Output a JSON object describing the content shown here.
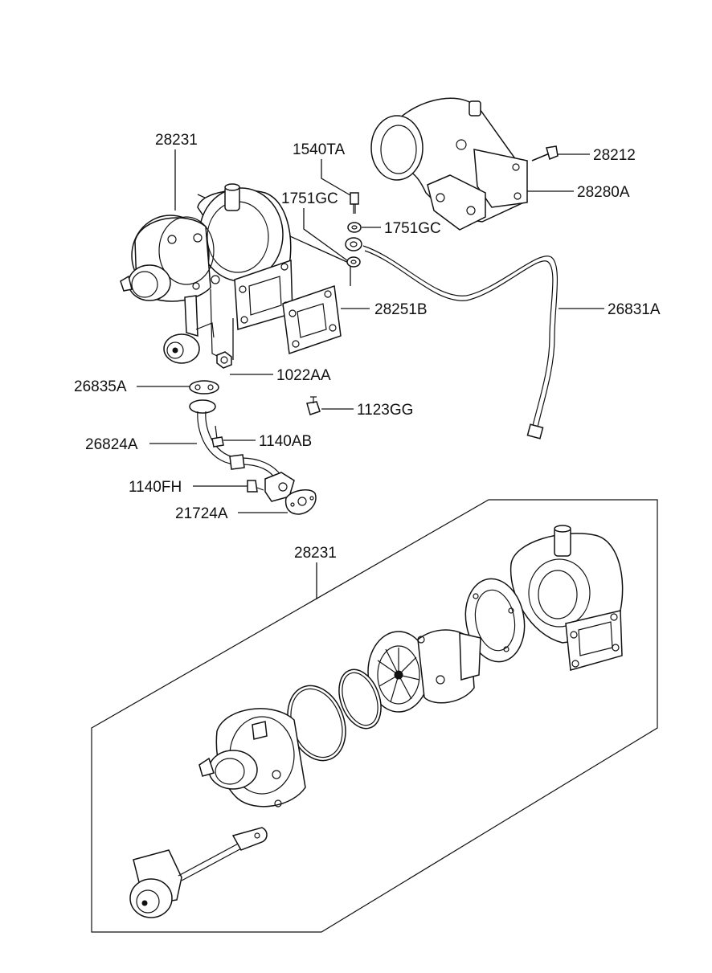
{
  "labels": {
    "turbo_top": "28231",
    "bolt_1540": "1540TA",
    "washer_1751_a": "1751GC",
    "washer_1751_b": "1751GC",
    "bolt_28212": "28212",
    "elbow_28280": "28280A",
    "gasket_28251": "28251B",
    "oil_pipe_26831": "26831A",
    "nut_1022": "1022AA",
    "gasket_26835": "26835A",
    "bolt_1123": "1123GG",
    "oil_return_26824": "26824A",
    "bolt_1140ab": "1140AB",
    "bolt_1140fh": "1140FH",
    "gasket_21724": "21724A",
    "turbo_assembly": "28231"
  }
}
